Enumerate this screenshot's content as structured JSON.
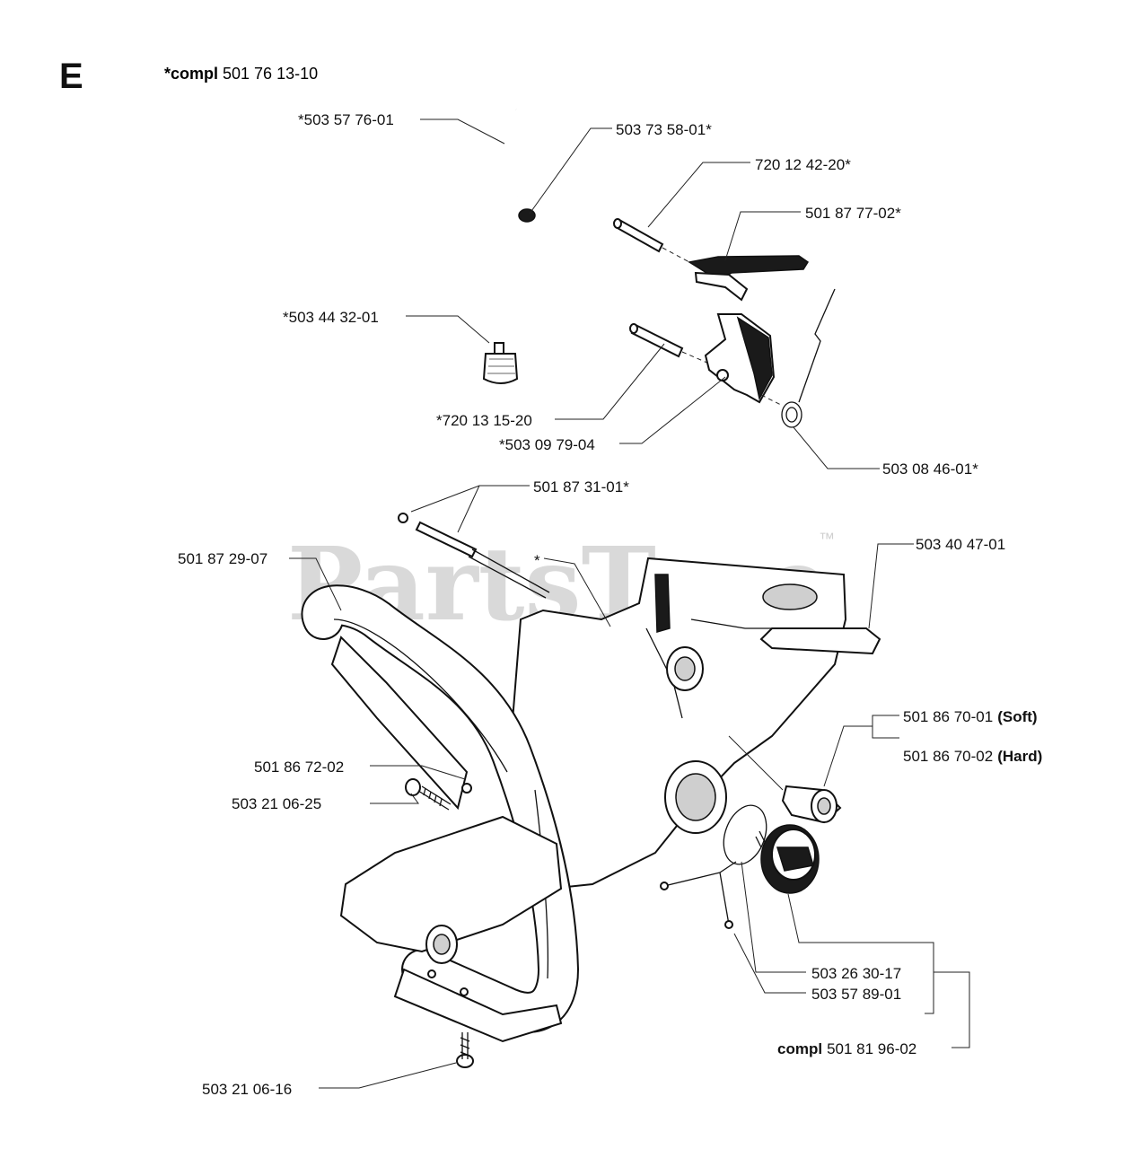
{
  "section_letter": "E",
  "watermark": {
    "text": "PartsTree",
    "tm": "™"
  },
  "header": {
    "prefix": "*compl",
    "number": "501 76 13-10"
  },
  "labels": {
    "fuel_hose": "*503 57 76-01",
    "hose_clip": "503 73 58-01*",
    "pin_upper": "720 12 42-20*",
    "throttle_trigger": "501 87 77-02*",
    "fuel_filter": "*503 44 32-01",
    "pin_lower": "*720 13 15-20",
    "throttle_lockout": "*503 09 79-04",
    "spring": "503 08 46-01*",
    "adjust_screw": "501 87 31-01*",
    "front_handle": "501 87 29-07",
    "star": "*",
    "rear_handle": "503 40 47-01",
    "support_soft_num": "501 86 70-01",
    "support_soft_tag": "(Soft)",
    "support_hard_num": "501 86 70-02",
    "support_hard_tag": "(Hard)",
    "bracket": "501 86 72-02",
    "screw_upper": "503 21 06-25",
    "oring": "503 26 30-17",
    "retainer": "503 57 89-01",
    "cap_compl_prefix": "compl",
    "cap_compl_number": "501 81 96-02",
    "screw_lower": "503 21 06-16"
  }
}
